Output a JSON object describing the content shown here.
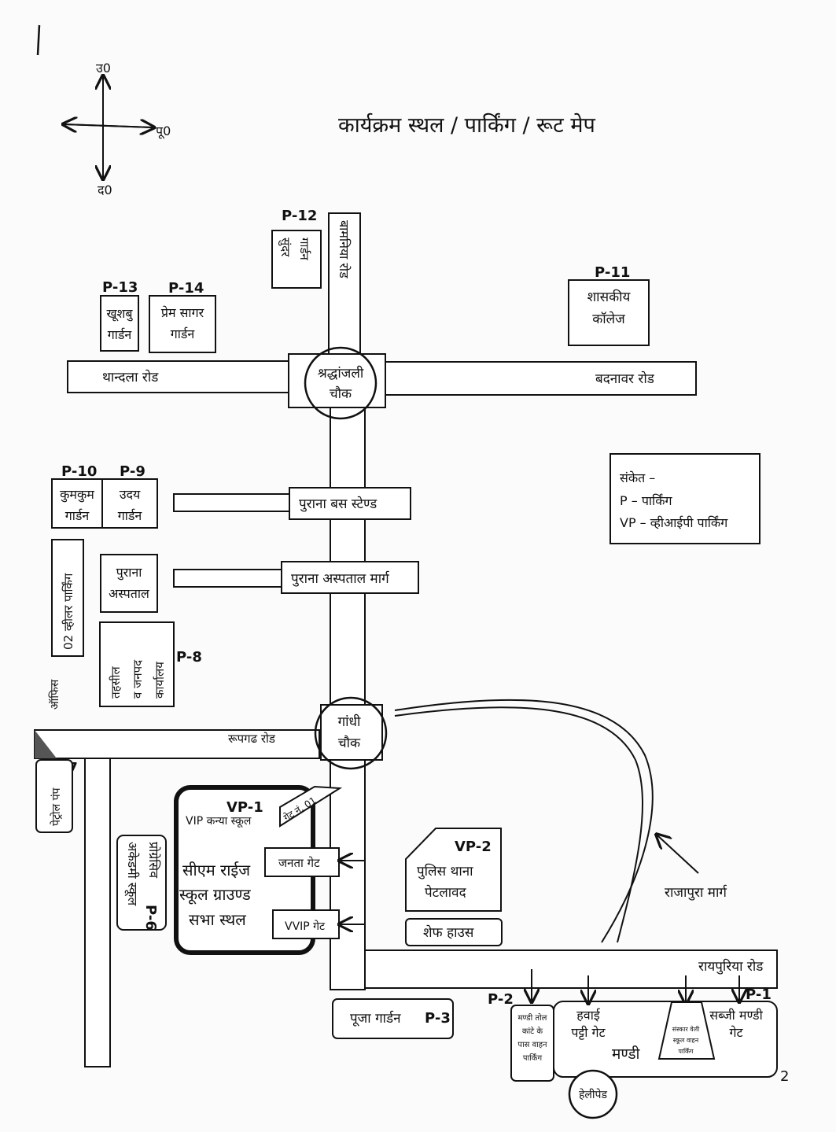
{
  "title": "कार्यक्रम स्थल / पार्किंग / रूट मेप",
  "compass": {
    "north": "उ0",
    "east": "पू0",
    "south": "द0"
  },
  "roads": {
    "bamaniya": "बामनिया रोड",
    "thandla": "थान्दला रोड",
    "badnawar": "बदनावर रोड",
    "roopgadh": "रूपगढ रोड",
    "raipuriya": "रायपुरिया रोड",
    "rajapura": "राजापुरा मार्ग"
  },
  "junctions": {
    "shraddhanjali": [
      "श्रद्धांजली",
      "चौक"
    ],
    "gandhi": [
      "गांधी",
      "चौक"
    ]
  },
  "places": {
    "old_bus_stand": "पुराना बस स्टेण्ड",
    "old_hospital_marg": "पुराना अस्पताल मार्ग",
    "old_hospital": [
      "पुराना",
      "अस्पताल"
    ],
    "police_station": [
      "पुलिस थाना",
      "पेटलावद"
    ],
    "chef_house": "शेफ हाउस",
    "helipad": "हेलीपेड"
  },
  "parkings": {
    "p1": {
      "code": "P-1",
      "lines": [
        "सब्जी मण्डी",
        "गेट"
      ]
    },
    "p2": {
      "code": "P-2",
      "lines": [
        "मण्डी तोल",
        "कांटे के",
        "पास वाहन",
        "पार्किंग"
      ]
    },
    "p3": {
      "code": "P-3",
      "name": "पूजा गार्डन"
    },
    "p6": {
      "code": "P-6",
      "lines": [
        "प्रोग्रेसिव",
        "अकेडमी स्कूल"
      ]
    },
    "p7": {
      "code": "P-7",
      "lines": [
        "पेट्रोल पंप"
      ]
    },
    "p8": {
      "code": "P-8",
      "lines": [
        "तहसील",
        "व जनपद",
        "कार्यालय"
      ]
    },
    "p9": {
      "code": "P-9",
      "lines": [
        "उदय",
        "गार्डन"
      ]
    },
    "p10": {
      "code": "P-10",
      "lines": [
        "कुमकुम",
        "गार्डन"
      ]
    },
    "p11": {
      "code": "P-11",
      "lines": [
        "शासकीय",
        "कॉलेज"
      ]
    },
    "p12": {
      "code": "P-12",
      "lines": [
        "सुंदर",
        "गार्डन"
      ]
    },
    "p13": {
      "code": "P-13",
      "lines": [
        "खूशबु",
        "गार्डन"
      ]
    },
    "p14": {
      "code": "P-14",
      "lines": [
        "प्रेम सागर",
        "गार्डन"
      ]
    },
    "two_wheeler": "02 व्हीलर पार्किंग",
    "office": "ऑफिस"
  },
  "venue": {
    "vp1_code": "VP-1",
    "vp1_label": "VIP कन्या स्कूल",
    "gate1": "गेट नं. 01",
    "lines": [
      "सीएम राईज",
      "स्कूल ग्राउण्ड",
      "सभा स्थल"
    ],
    "janta_gate": "जनता गेट",
    "vvip_gate": "VVIP गेट"
  },
  "vp2_code": "VP-2",
  "mandi": {
    "havai_patti": [
      "हवाई",
      "पट्टी गेट"
    ],
    "mandi": "मण्डी",
    "sanskar": [
      "संस्कार वेली",
      "स्कूल वाहन",
      "पार्किंग"
    ]
  },
  "legend": {
    "title": "संकेत –",
    "items": [
      "P – पार्किंग",
      "VP – व्हीआईपी पार्किंग"
    ]
  },
  "page_number": "2"
}
